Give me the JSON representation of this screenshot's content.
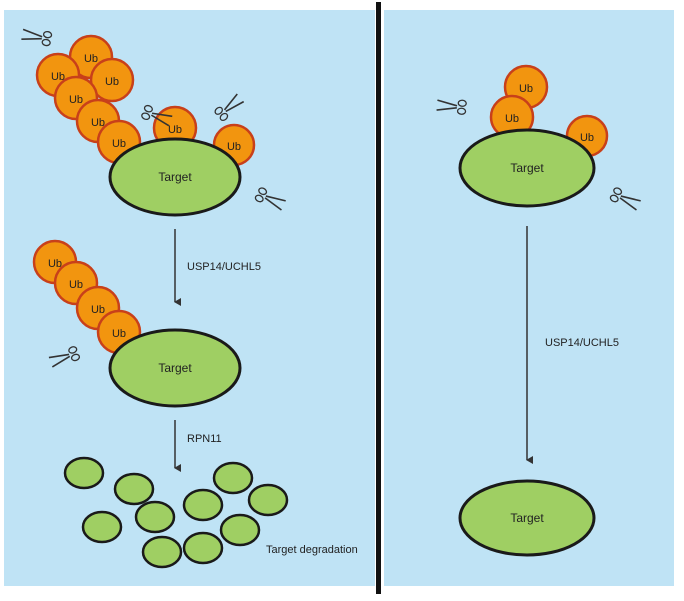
{
  "colors": {
    "panel_bg": "#bfe3f5",
    "divider": "#111111",
    "target_fill": "#9fcf63",
    "target_stroke": "#1a1a1a",
    "ub_fill": "#f2950f",
    "ub_stroke": "#c8401a",
    "ub_shadow": "#c94a1f",
    "scissors": "#333333",
    "arrow": "#333333"
  },
  "labels": {
    "ub": "Ub",
    "target": "Target",
    "enzyme_usp14_uchl5": "USP14/UCHL5",
    "enzyme_rpn11": "RPN11",
    "degradation": "Target degradation"
  }
}
